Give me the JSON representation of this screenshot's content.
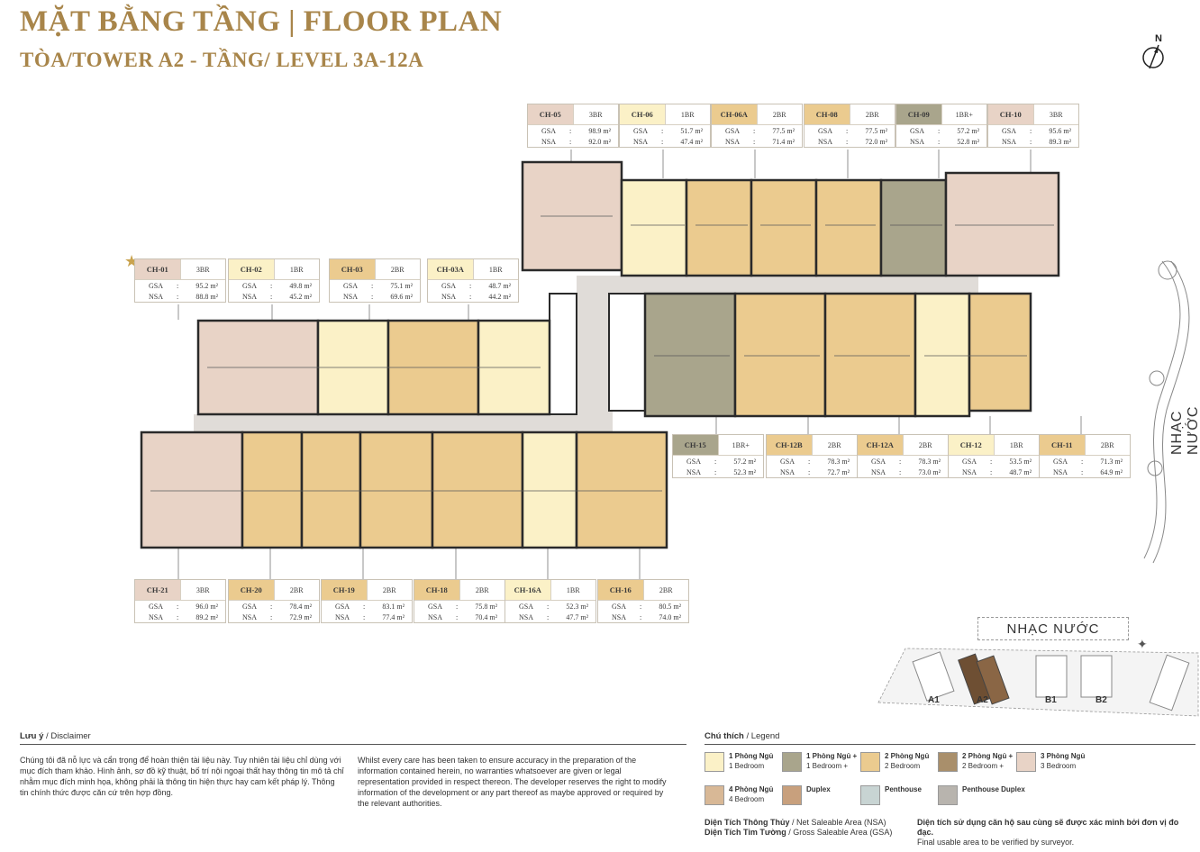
{
  "header": {
    "title": "MẶT BẰNG TẦNG | FLOOR PLAN",
    "subtitle": "TÒA/TOWER A2 - TẦNG/ LEVEL 3A-12A"
  },
  "compass_label": "N",
  "colors": {
    "br1": "#fbf1c7",
    "br1plus": "#a9a58c",
    "br2": "#ebcb8f",
    "br2plus": "#a98f6b",
    "br3": "#e8d3c6",
    "br4": "#d8b896",
    "duplex": "#c8a07d",
    "penthouse": "#c8d4d3",
    "penthouse_duplex": "#b8b4ae",
    "corridor": "#e0dcd8",
    "accent": "#a8854a"
  },
  "units": [
    {
      "code": "CH-05",
      "type": "3BR",
      "gsa_label": "GSA",
      "nsa_label": "NSA",
      "gsa": "98.9 m²",
      "nsa": "92.0 m²",
      "color": "#e8d3c6"
    },
    {
      "code": "CH-06",
      "type": "1BR",
      "gsa_label": "GSA",
      "nsa_label": "NSA",
      "gsa": "51.7 m²",
      "nsa": "47.4 m²",
      "color": "#fbf1c7"
    },
    {
      "code": "CH-06A",
      "type": "2BR",
      "gsa_label": "GSA",
      "nsa_label": "NSA",
      "gsa": "77.5 m²",
      "nsa": "71.4 m²",
      "color": "#ebcb8f"
    },
    {
      "code": "CH-08",
      "type": "2BR",
      "gsa_label": "GSA",
      "nsa_label": "NSA",
      "gsa": "77.5 m²",
      "nsa": "72.0 m²",
      "color": "#ebcb8f"
    },
    {
      "code": "CH-09",
      "type": "1BR+",
      "gsa_label": "GSA",
      "nsa_label": "NSA",
      "gsa": "57.2 m²",
      "nsa": "52.8 m²",
      "color": "#a9a58c"
    },
    {
      "code": "CH-10",
      "type": "3BR",
      "gsa_label": "GSA",
      "nsa_label": "NSA",
      "gsa": "95.6 m²",
      "nsa": "89.3 m²",
      "color": "#e8d3c6"
    },
    {
      "code": "CH-01",
      "type": "3BR",
      "gsa_label": "GSA",
      "nsa_label": "NSA",
      "gsa": "95.2 m²",
      "nsa": "88.8 m²",
      "color": "#e8d3c6"
    },
    {
      "code": "CH-02",
      "type": "1BR",
      "gsa_label": "GSA",
      "nsa_label": "NSA",
      "gsa": "49.8 m²",
      "nsa": "45.2 m²",
      "color": "#fbf1c7"
    },
    {
      "code": "CH-03",
      "type": "2BR",
      "gsa_label": "GSA",
      "nsa_label": "NSA",
      "gsa": "75.1 m²",
      "nsa": "69.6 m²",
      "color": "#ebcb8f"
    },
    {
      "code": "CH-03A",
      "type": "1BR",
      "gsa_label": "GSA",
      "nsa_label": "NSA",
      "gsa": "48.7 m²",
      "nsa": "44.2 m²",
      "color": "#fbf1c7"
    },
    {
      "code": "CH-15",
      "type": "1BR+",
      "gsa_label": "GSA",
      "nsa_label": "NSA",
      "gsa": "57.2 m²",
      "nsa": "52.3 m²",
      "color": "#a9a58c"
    },
    {
      "code": "CH-12B",
      "type": "2BR",
      "gsa_label": "GSA",
      "nsa_label": "NSA",
      "gsa": "78.3 m²",
      "nsa": "72.7 m²",
      "color": "#ebcb8f"
    },
    {
      "code": "CH-12A",
      "type": "2BR",
      "gsa_label": "GSA",
      "nsa_label": "NSA",
      "gsa": "78.3 m²",
      "nsa": "73.0 m²",
      "color": "#ebcb8f"
    },
    {
      "code": "CH-12",
      "type": "1BR",
      "gsa_label": "GSA",
      "nsa_label": "NSA",
      "gsa": "53.5 m²",
      "nsa": "48.7 m²",
      "color": "#fbf1c7"
    },
    {
      "code": "CH-11",
      "type": "2BR",
      "gsa_label": "GSA",
      "nsa_label": "NSA",
      "gsa": "71.3 m²",
      "nsa": "64.9 m²",
      "color": "#ebcb8f"
    },
    {
      "code": "CH-21",
      "type": "3BR",
      "gsa_label": "GSA",
      "nsa_label": "NSA",
      "gsa": "96.0 m²",
      "nsa": "89.2 m²",
      "color": "#e8d3c6"
    },
    {
      "code": "CH-20",
      "type": "2BR",
      "gsa_label": "GSA",
      "nsa_label": "NSA",
      "gsa": "78.4 m²",
      "nsa": "72.9 m²",
      "color": "#ebcb8f"
    },
    {
      "code": "CH-19",
      "type": "2BR",
      "gsa_label": "GSA",
      "nsa_label": "NSA",
      "gsa": "83.1 m²",
      "nsa": "77.4 m²",
      "color": "#ebcb8f"
    },
    {
      "code": "CH-18",
      "type": "2BR",
      "gsa_label": "GSA",
      "nsa_label": "NSA",
      "gsa": "75.8 m²",
      "nsa": "70.4 m²",
      "color": "#ebcb8f"
    },
    {
      "code": "CH-16A",
      "type": "1BR",
      "gsa_label": "GSA",
      "nsa_label": "NSA",
      "gsa": "52.3 m²",
      "nsa": "47.7 m²",
      "color": "#fbf1c7"
    },
    {
      "code": "CH-16",
      "type": "2BR",
      "gsa_label": "GSA",
      "nsa_label": "NSA",
      "gsa": "80.5 m²",
      "nsa": "74.0 m²",
      "color": "#ebcb8f"
    }
  ],
  "side_label": "NHẠC NƯỚC",
  "site_plan": {
    "box_label": "NHẠC NƯỚC",
    "towers": [
      "A1",
      "A2",
      "B1",
      "B2"
    ]
  },
  "disclaimer": {
    "title_bold": "Lưu ý",
    "title_rest": " / Disclaimer",
    "vi": "Chúng tôi đã nỗ lực và cẩn trọng để hoàn thiện tài liệu này. Tuy nhiên tài liệu chỉ dùng với mục đích tham khảo. Hình ảnh, sơ đồ kỹ thuật, bố trí nội ngoại thất hay thông tin mô tả chỉ nhằm mục đích minh họa, không phải là thông tin hiện thực hay cam kết pháp lý. Thông tin chính thức được căn cứ trên hợp đồng.",
    "en": "Whilst every care has been taken to ensure accuracy in the preparation of the information contained herein, no warranties whatsoever are given or legal representation provided in respect thereon. The developer reserves the right to modify information of the development or any part thereof as maybe approved or required by the relevant authorities."
  },
  "legend": {
    "title_bold": "Chú thích",
    "title_rest": " / Legend",
    "items": [
      {
        "vi": "1 Phòng Ngủ",
        "en": "1 Bedroom",
        "color": "#fbf1c7"
      },
      {
        "vi": "1 Phòng Ngủ +",
        "en": "1 Bedroom +",
        "color": "#a9a58c"
      },
      {
        "vi": "2 Phòng Ngủ",
        "en": "2 Bedroom",
        "color": "#ebcb8f"
      },
      {
        "vi": "2 Phòng Ngủ +",
        "en": "2 Bedroom +",
        "color": "#a98f6b"
      },
      {
        "vi": "3 Phòng Ngủ",
        "en": "3 Bedroom",
        "color": "#e8d3c6"
      },
      {
        "vi": "4 Phòng Ngủ",
        "en": "4 Bedroom",
        "color": "#d8b896"
      },
      {
        "vi": "Duplex",
        "en": "",
        "color": "#c8a07d"
      },
      {
        "vi": "Penthouse",
        "en": "",
        "color": "#c8d4d3"
      },
      {
        "vi": "Penthouse Duplex",
        "en": "",
        "color": "#b8b4ae"
      }
    ]
  },
  "areas": {
    "nsa_vi": "Diện Tích Thông Thủy",
    "nsa_en": " / Net Saleable Area (NSA)",
    "gsa_vi": "Diện Tích Tim Tường",
    "gsa_en": " / Gross Saleable Area (GSA)",
    "note_vi": "Diện tích sử dụng căn hộ sau cùng sẽ được xác minh bởi đơn vị đo đạc.",
    "note_en": "Final usable area to be verified by surveyor."
  }
}
